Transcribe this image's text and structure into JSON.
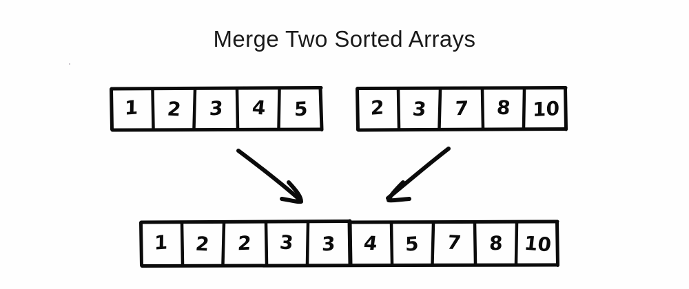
{
  "title": "Merge Two Sorted Arrays",
  "arrays": {
    "left": {
      "name": "first-sorted-array",
      "values": [
        "1",
        "2",
        "3",
        "4",
        "5"
      ]
    },
    "right": {
      "name": "second-sorted-array",
      "values": [
        "2",
        "3",
        "7",
        "8",
        "10"
      ]
    },
    "result": {
      "name": "merged-result-array",
      "values": [
        "1",
        "2",
        "2",
        "3",
        "3",
        "4",
        "5",
        "7",
        "8",
        "10"
      ]
    }
  },
  "arrows": {
    "left_arrow": "arrow-from-first-array-to-result",
    "right_arrow": "arrow-from-second-array-to-result"
  },
  "colors": {
    "ink": "#0b0b0b",
    "background": "#fefefe",
    "title": "#1a1a1a"
  }
}
